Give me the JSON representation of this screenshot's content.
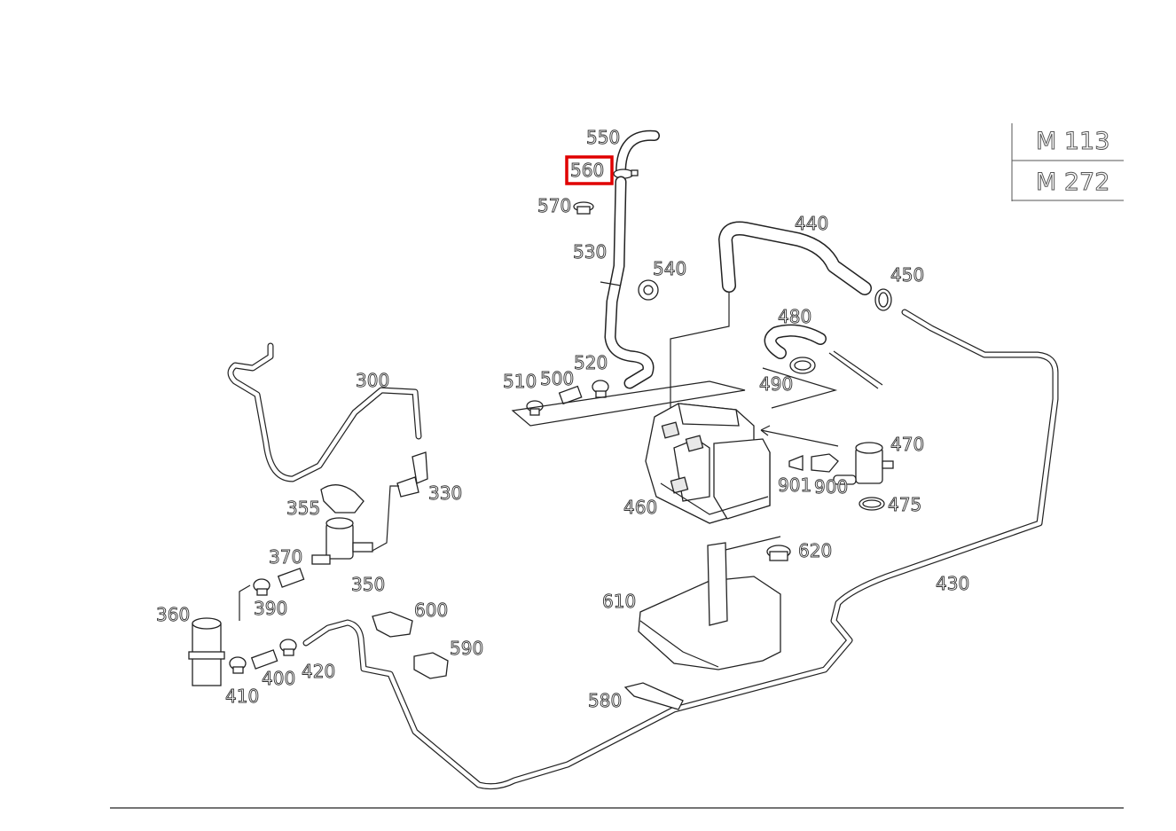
{
  "models": [
    "M 113",
    "M 272"
  ],
  "highlighted_part": "560",
  "highlight_color": "#e00000",
  "callouts": [
    "550",
    "560",
    "570",
    "530",
    "540",
    "510",
    "500",
    "520",
    "440",
    "450",
    "480",
    "490",
    "470",
    "475",
    "901",
    "900",
    "460",
    "300",
    "330",
    "355",
    "370",
    "350",
    "360",
    "390",
    "400",
    "410",
    "420",
    "600",
    "590",
    "610",
    "620",
    "580",
    "430"
  ]
}
